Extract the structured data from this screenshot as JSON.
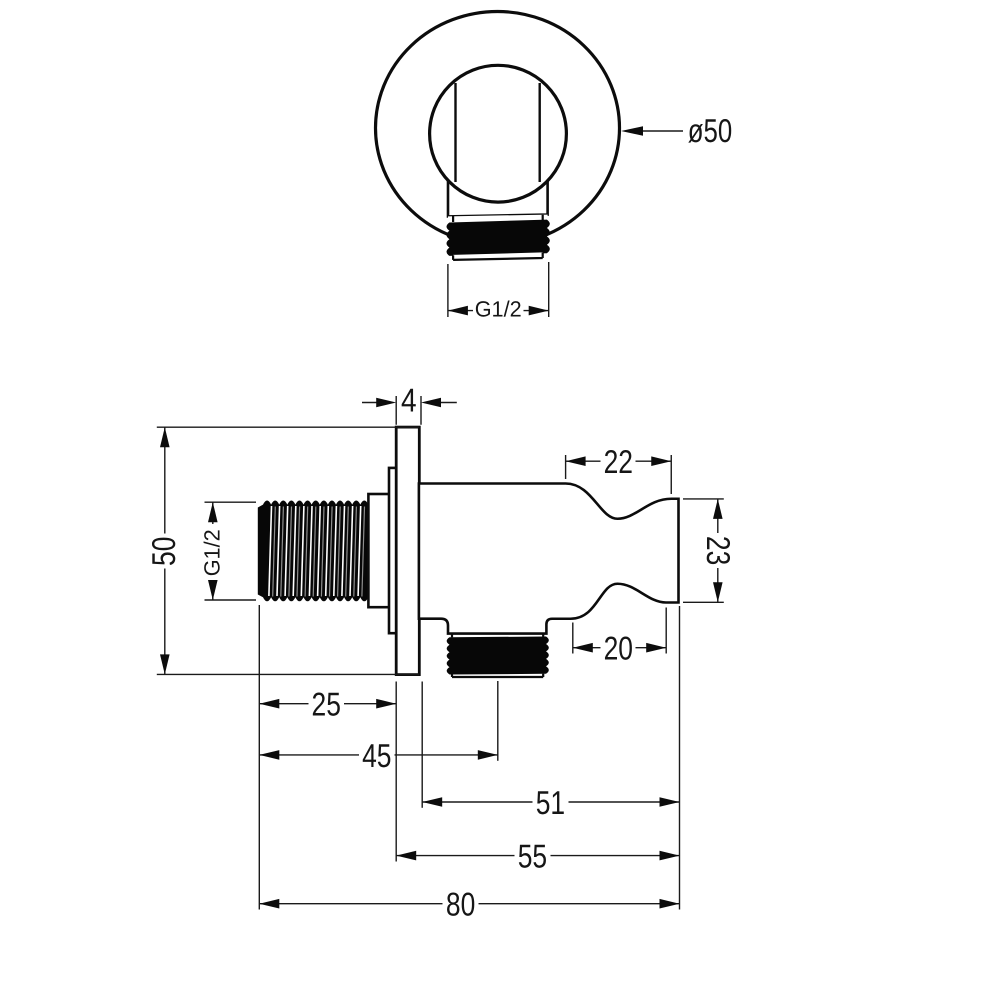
{
  "document": {
    "type": "technical-dimension-drawing",
    "subject": "round wall-mounted shower outlet elbow with hand shower holder",
    "background_color": "#ffffff",
    "line_color": "#0c0c0c"
  },
  "front_view": {
    "diameter_label": "ø50",
    "thread_label": "G1/2"
  },
  "side_view": {
    "plate_thickness_label": "4",
    "plate_diameter_label": "50",
    "wall_thread_label": "G1/2",
    "holder_top_width_label": "22",
    "holder_end_height_label": "23",
    "holder_bottom_width_label": "20",
    "wall_thread_length_label": "25",
    "outlet_axis_distance_label": "45",
    "wall_face_to_end_label": "51",
    "plate_front_to_end_label": "55",
    "total_length_label": "80"
  }
}
